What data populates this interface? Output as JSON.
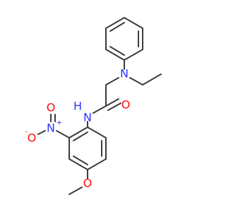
{
  "colors": {
    "bond": "#3c3c3c",
    "nitrogen": "#3333ff",
    "oxygen": "#ff0d0d",
    "carbon": "#3c3c3c"
  },
  "labels": {
    "n_amine": "N",
    "n_amide": "N",
    "h_amide": "H",
    "n_nitro": "N",
    "o_carbonyl": "O",
    "o_nitro_top": "O",
    "o_nitro_left": "O",
    "o_methoxy": "O",
    "charge_plus": "+",
    "charge_minus": "-"
  }
}
